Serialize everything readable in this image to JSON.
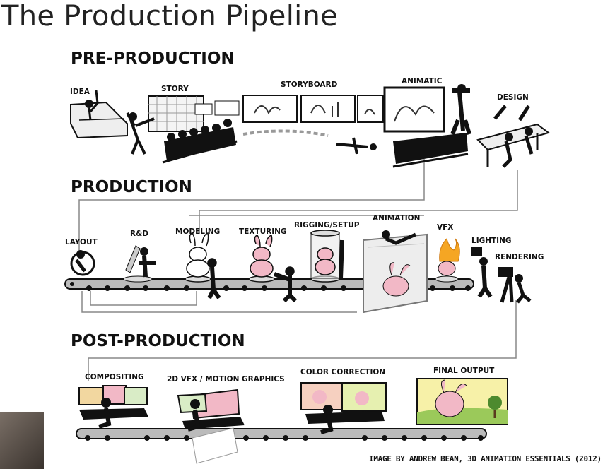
{
  "slide_title": "The Production Pipeline",
  "sections": {
    "pre_production": "PRE-PRODUCTION",
    "production": "PRODUCTION",
    "post_production": "POST-PRODUCTION"
  },
  "pre_stages": {
    "idea": "IDEA",
    "story": "STORY",
    "storyboard": "STORYBOARD",
    "animatic": "ANIMATIC",
    "design": "DESIGN"
  },
  "production_stages": {
    "layout": "LAYOUT",
    "rnd": "R&D",
    "modeling": "MODELING",
    "texturing": "TEXTURING",
    "rigging": "RIGGING/SETUP",
    "animation": "ANIMATION",
    "vfx": "VFX",
    "lighting": "LIGHTING",
    "rendering": "RENDERING"
  },
  "post_stages": {
    "compositing": "COMPOSITING",
    "motion_graphics": "2D VFX / MOTION GRAPHICS",
    "color_correction": "COLOR CORRECTION",
    "final_output": "FINAL OUTPUT"
  },
  "credit": "IMAGE BY ANDREW BEAN, 3D ANIMATION ESSENTIALS (2012)",
  "colors": {
    "pink": "#f2b8c6",
    "sky": "#f7f1a8",
    "grass": "#9bc95a",
    "flame": "#f5a623"
  }
}
